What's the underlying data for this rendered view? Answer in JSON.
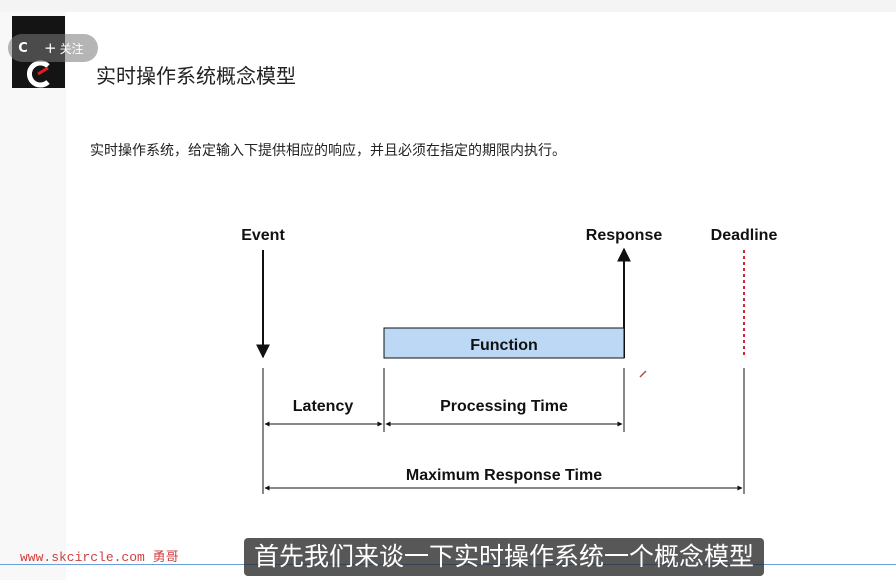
{
  "header": {
    "follow_badge_letter": "C",
    "follow_plus": "+",
    "follow_label": "关注"
  },
  "slide": {
    "title": "实时操作系统概念模型",
    "description": "实时操作系统，给定输入下提供相应的响应，并且必须在指定的期限内执行。"
  },
  "diagram": {
    "event_label": "Event",
    "response_label": "Response",
    "deadline_label": "Deadline",
    "function_label": "Function",
    "latency_label": "Latency",
    "processing_label": "Processing Time",
    "max_response_label": "Maximum Response Time",
    "function_fill": "#bcd8f4",
    "deadline_color": "#cc2a3a"
  },
  "footer": {
    "watermark": "www.skcircle.com 勇哥",
    "subtitle": "首先我们来谈一下实时操作系统一个概念模型"
  }
}
